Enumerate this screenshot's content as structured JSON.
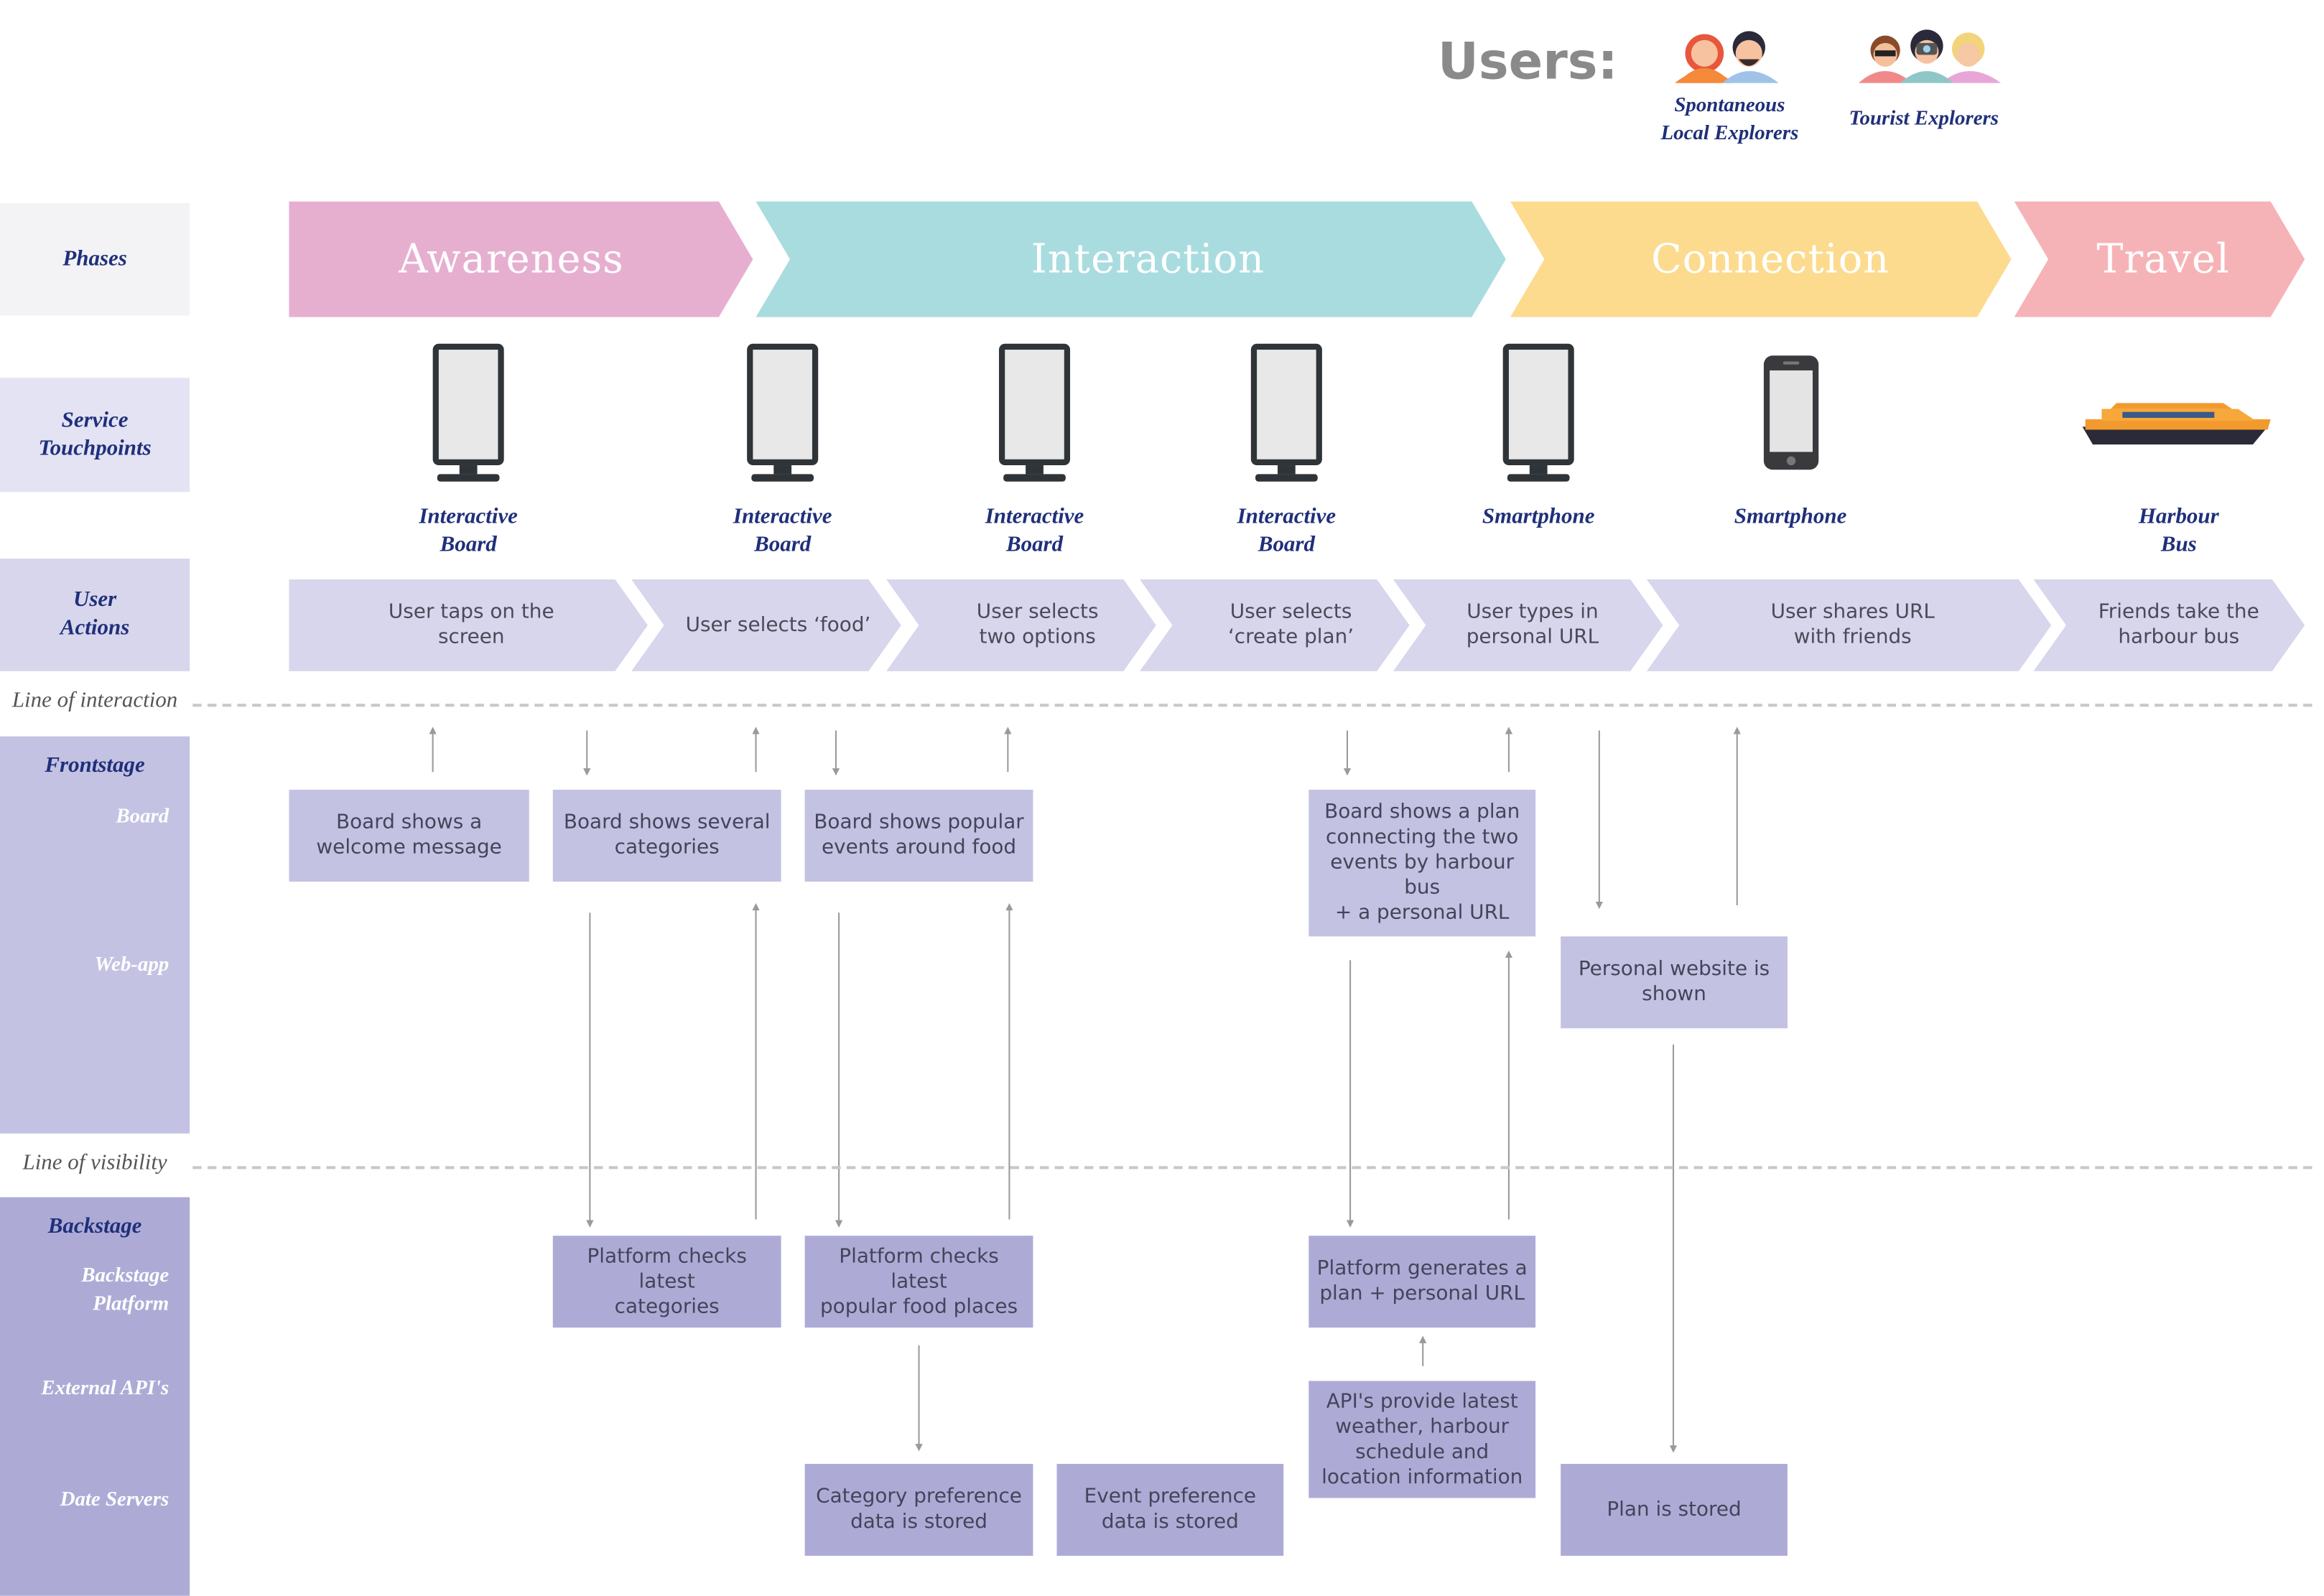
{
  "header": {
    "users_title": "Users:",
    "personas": [
      {
        "label_line1": "Spontaneous",
        "label_line2": "Local Explorers",
        "icon": "local-couple-icon"
      },
      {
        "label_line1": "Tourist Explorers",
        "label_line2": "",
        "icon": "tourist-group-icon"
      }
    ]
  },
  "rows": {
    "phases": "Phases",
    "touchpoints_line1": "Service",
    "touchpoints_line2": "Touchpoints",
    "actions_line1": "User",
    "actions_line2": "Actions",
    "line_of_interaction": "Line of interaction",
    "frontstage": "Frontstage",
    "board": "Board",
    "webapp": "Web-app",
    "line_of_visibility": "Line of visibility",
    "backstage": "Backstage",
    "backstage_platform_line1": "Backstage",
    "backstage_platform_line2": "Platform",
    "external_apis": "External API's",
    "date_servers": "Date Servers"
  },
  "phases": [
    {
      "label": "Awareness",
      "color": "#e6afd0"
    },
    {
      "label": "Interaction",
      "color": "#a9dcdf"
    },
    {
      "label": "Connection",
      "color": "#fcdb8f"
    },
    {
      "label": "Travel",
      "color": "#f6b3b7"
    }
  ],
  "touchpoints": [
    {
      "line1": "Interactive",
      "line2": "Board",
      "icon": "kiosk-board-icon"
    },
    {
      "line1": "Interactive",
      "line2": "Board",
      "icon": "kiosk-board-icon"
    },
    {
      "line1": "Interactive",
      "line2": "Board",
      "icon": "kiosk-board-icon"
    },
    {
      "line1": "Interactive",
      "line2": "Board",
      "icon": "kiosk-board-icon"
    },
    {
      "line1": "Smartphone",
      "line2": "",
      "icon": "kiosk-board-icon"
    },
    {
      "line1": "Smartphone",
      "line2": "",
      "icon": "smartphone-icon"
    },
    {
      "line1": "Harbour",
      "line2": "Bus",
      "icon": "harbour-bus-icon"
    }
  ],
  "user_actions": [
    {
      "line1": "User taps on the",
      "line2": "screen"
    },
    {
      "line1": "User selects ‘food’",
      "line2": ""
    },
    {
      "line1": "User selects",
      "line2": "two options"
    },
    {
      "line1": "User selects",
      "line2": "‘create plan’"
    },
    {
      "line1": "User types in",
      "line2": "personal URL"
    },
    {
      "line1": "User shares URL",
      "line2": "with friends"
    },
    {
      "line1": "Friends take the",
      "line2": "harbour bus"
    }
  ],
  "frontstage_boxes": {
    "welcome": {
      "line1": "Board shows a",
      "line2": "welcome message"
    },
    "categories": {
      "line1": "Board shows several",
      "line2": "categories"
    },
    "popular": {
      "line1": "Board shows popular",
      "line2": "events around food"
    },
    "plan": {
      "line1": "Board shows a plan",
      "line2": "connecting the two",
      "line3": "events by harbour bus",
      "line4": "+ a personal URL"
    },
    "website": {
      "line1": "Personal website is",
      "line2": "shown"
    }
  },
  "backstage_boxes": {
    "check_categories": {
      "line1": "Platform checks latest",
      "line2": "categories"
    },
    "check_food": {
      "line1": "Platform checks latest",
      "line2": "popular food places"
    },
    "generate_plan": {
      "line1": "Platform generates a",
      "line2": "plan + personal URL"
    },
    "apis": {
      "line1": "API's provide latest",
      "line2": "weather, harbour",
      "line3": "schedule and",
      "line4": "location information"
    },
    "category_data": {
      "line1": "Category preference",
      "line2": "data is stored"
    },
    "event_data": {
      "line1": "Event preference",
      "line2": "data is stored"
    },
    "plan_stored": {
      "line1": "Plan is stored"
    }
  }
}
